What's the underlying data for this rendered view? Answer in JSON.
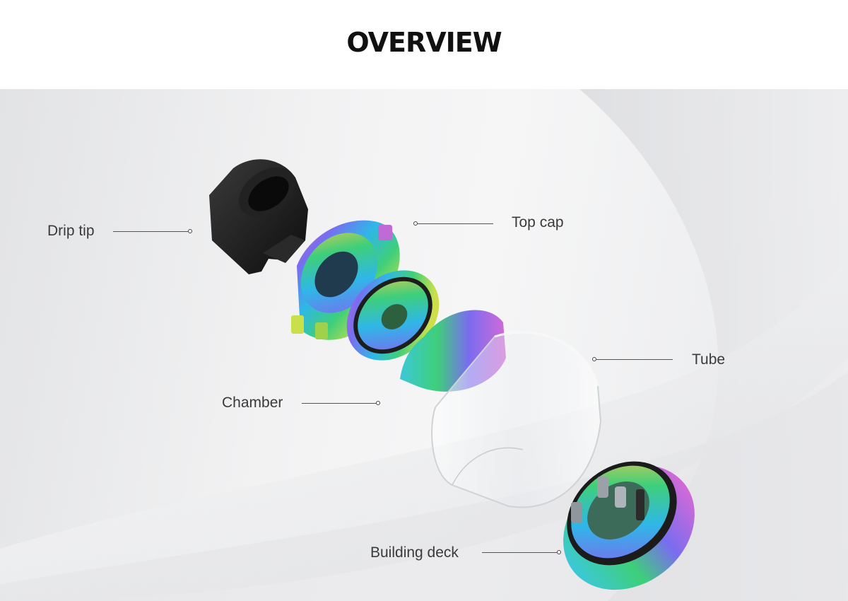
{
  "header": {
    "title": "OVERVIEW"
  },
  "callouts": {
    "drip_tip": "Drip tip",
    "top_cap": "Top cap",
    "tube": "Tube",
    "chamber": "Chamber",
    "building_deck": "Building deck"
  },
  "colors": {
    "background": "#f2f2f3",
    "drip_tip": "#1c1c1c",
    "rainbow": [
      "#d36ad6",
      "#7a6cf0",
      "#2fb7e8",
      "#3ecf7a",
      "#c9e04a",
      "#f2c94c"
    ]
  }
}
